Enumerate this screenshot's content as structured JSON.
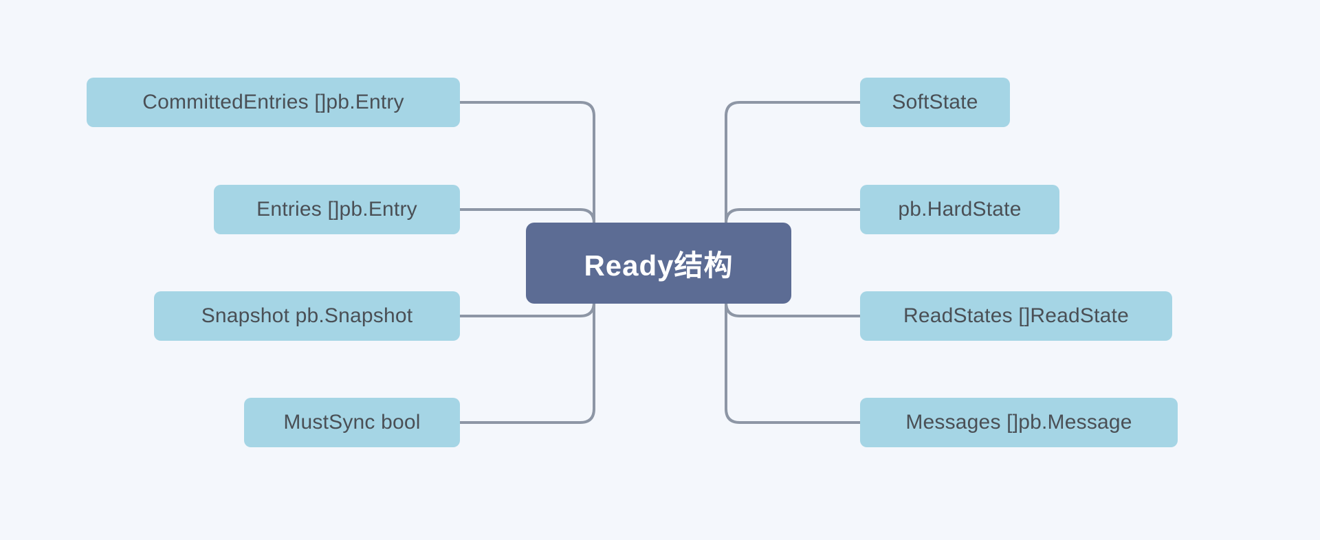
{
  "diagram": {
    "type": "mindmap",
    "title": "Ready结构",
    "background_color": "#f4f7fc",
    "center": {
      "label": "Ready结构",
      "fill_color": "#5c6c94",
      "text_color": "#ffffff"
    },
    "branch_style": {
      "fill_color": "#a5d5e5",
      "text_color": "#4a4f55",
      "connector_color": "#8d96a5"
    },
    "left_branches": [
      {
        "label": "CommittedEntries []pb.Entry"
      },
      {
        "label": "Entries []pb.Entry"
      },
      {
        "label": "Snapshot pb.Snapshot"
      },
      {
        "label": "MustSync bool"
      }
    ],
    "right_branches": [
      {
        "label": "SoftState"
      },
      {
        "label": "pb.HardState"
      },
      {
        "label": "ReadStates []ReadState"
      },
      {
        "label": "Messages []pb.Message"
      }
    ]
  }
}
